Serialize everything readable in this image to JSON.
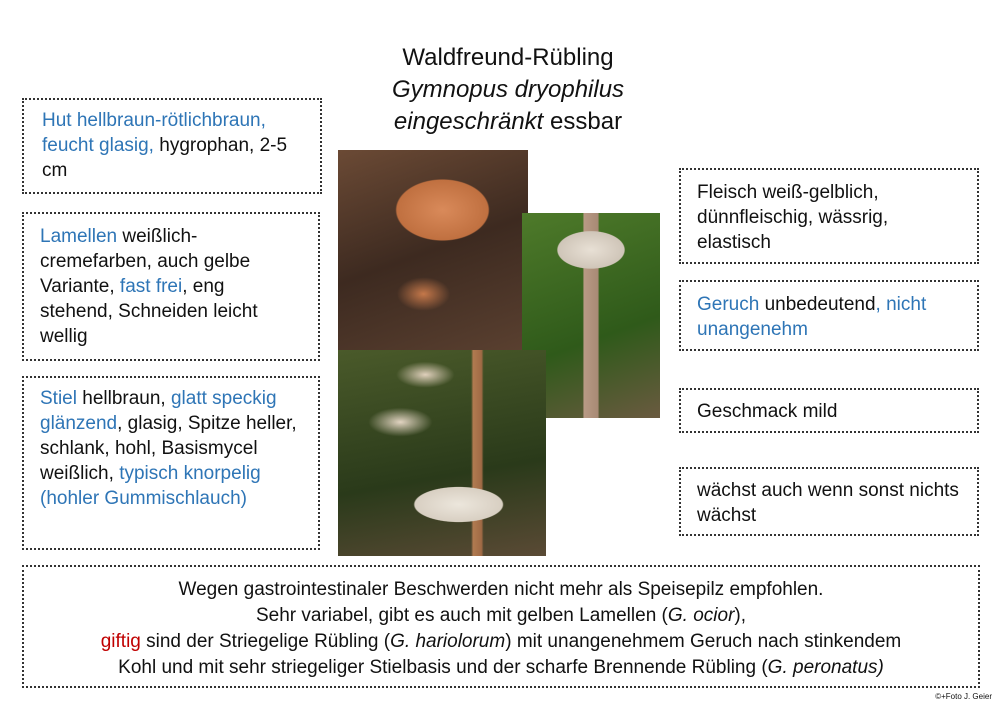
{
  "title": {
    "line1": "Waldfreund-Rübling",
    "line2": "Gymnopus dryophilus",
    "line3a": "eingeschränkt",
    "line3b": " essbar"
  },
  "hut": [
    "Hut hellbraun-rötlichbraun,",
    "feucht glasig,",
    " hygrophan, 2-5 cm"
  ],
  "lamellen": [
    "Lamellen",
    " weißlich-cremefarben, auch gelbe Variante, ",
    "fast frei",
    ", eng stehend, Schneiden leicht wellig"
  ],
  "stiel": [
    "Stiel",
    " hellbraun, ",
    "glatt speckig glänzend",
    ", glasig, Spitze heller, schlank, hohl, Basismycel weißlich, ",
    "typisch knorpelig (hohler Gummischlauch)"
  ],
  "fleisch": "Fleisch weiß-gelblich, dünnfleischig, wässrig, elastisch",
  "geruch": [
    "Geruch",
    " unbedeutend",
    ", nicht unangenehm"
  ],
  "geschmack": "Geschmack mild",
  "waechst": "wächst auch wenn sonst nichts wächst",
  "bottom": {
    "l1": "Wegen gastrointestinaler Beschwerden nicht mehr als Speisepilz empfohlen.",
    "l2a": "Sehr variabel, gibt es auch mit gelben Lamellen (",
    "l2b": "G. ocior",
    "l2c": "),",
    "l3a": "giftig",
    "l3b": " sind der Striegelige Rübling (",
    "l3c": "G. hariolorum",
    "l3d": ") mit unangenehmem Geruch nach stinkendem",
    "l4a": "Kohl und mit sehr striegeliger Stielbasis und der scharfe Brennende Rübling (",
    "l4b": "G. peronatus)"
  },
  "copyright": "©+Foto J. Geier",
  "colors": {
    "accent": "#2e75b6",
    "warning": "#c00000"
  }
}
